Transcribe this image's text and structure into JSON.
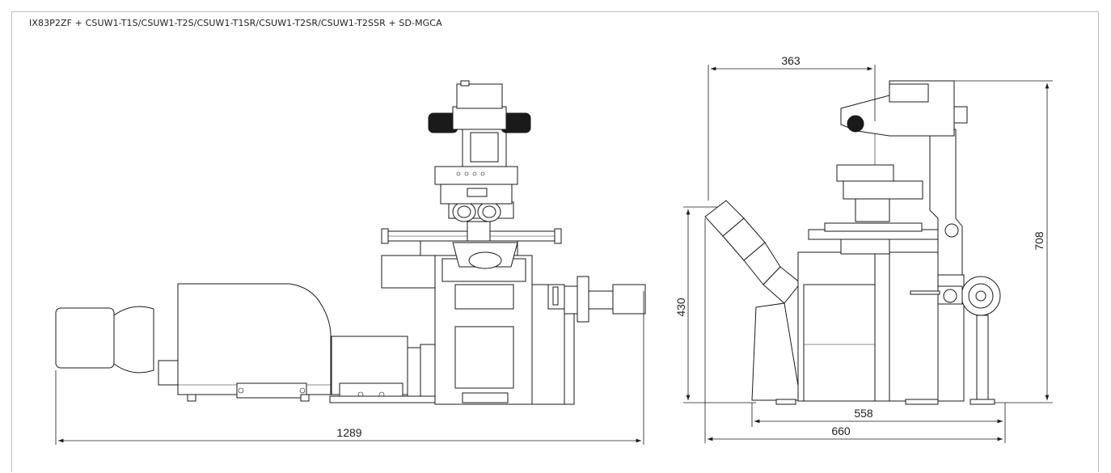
{
  "title": "IX83P2ZF + CSUW1-T1S/CSUW1-T2S/CSUW1-T1SR/CSUW1-T2SR/CSUW1-T2SSR + SD-MGCA",
  "front_view": {
    "width_dimension": "1289"
  },
  "side_view": {
    "top_dimension": "363",
    "height_dimension": "708",
    "eyepiece_height_dimension": "430",
    "base_depth_dimension": "558",
    "total_depth_dimension": "660"
  }
}
